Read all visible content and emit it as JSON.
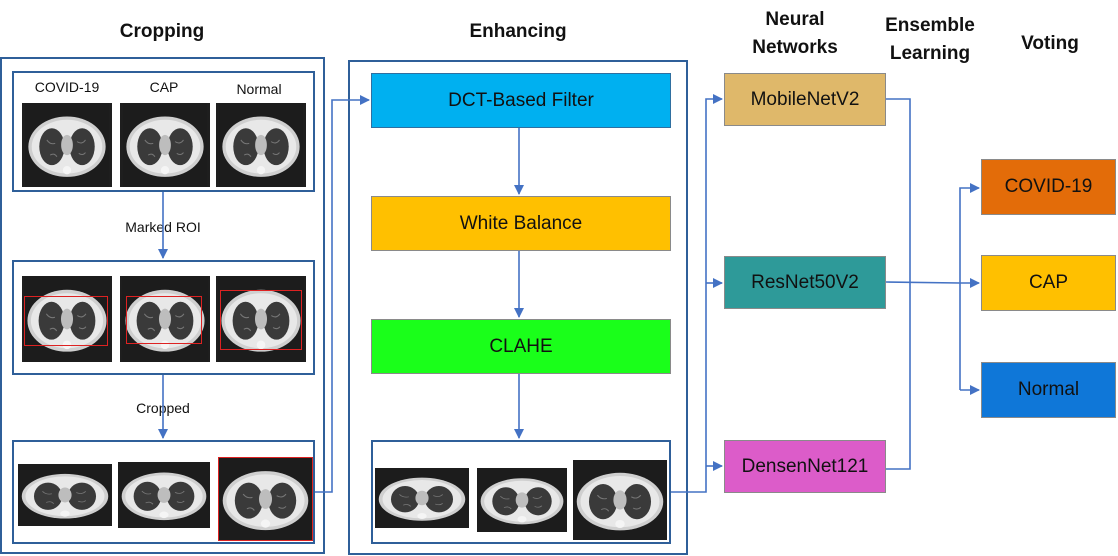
{
  "headers": {
    "cropping": "Cropping",
    "enhancing": "Enhancing",
    "neural_networks": [
      "Neural",
      "Networks"
    ],
    "ensemble_learning": [
      "Ensemble",
      "Learning"
    ],
    "voting": "Voting"
  },
  "cropping": {
    "image_labels": [
      "COVID-19",
      "CAP",
      "Normal"
    ],
    "marked_roi_label": "Marked ROI",
    "cropped_label": "Cropped"
  },
  "enhancing": {
    "steps": [
      "DCT-Based Filter",
      "White Balance",
      "CLAHE"
    ]
  },
  "networks": [
    "MobileNetV2",
    "ResNet50V2",
    "DensenNet121"
  ],
  "outputs": [
    "COVID-19",
    "CAP",
    "Normal"
  ],
  "colors": {
    "panel_border": "#2f5f99",
    "arrow": "#4472c4",
    "dct_filter": "#00b0f0",
    "white_balance": "#ffc000",
    "clahe": "#1aff1a",
    "mobilenet": "#dfb86a",
    "resnet": "#2e9a99",
    "densenet": "#dc5cc9",
    "out_covid": "#e36c09",
    "out_cap": "#ffc000",
    "out_normal": "#0f77d8",
    "roi_box": "#dd2222"
  },
  "icons": [
    "lung-ct-scan-image",
    "arrow-head"
  ]
}
